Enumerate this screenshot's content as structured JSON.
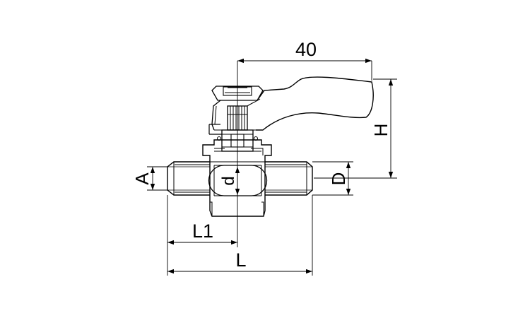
{
  "dimensions": {
    "width_value": "40",
    "height_label": "H",
    "thread_label": "A",
    "outer_diameter_label": "D",
    "bore_label": "d",
    "half_length_label": "L1",
    "length_label": "L"
  },
  "colors": {
    "line": "#000000",
    "background": "#ffffff"
  }
}
